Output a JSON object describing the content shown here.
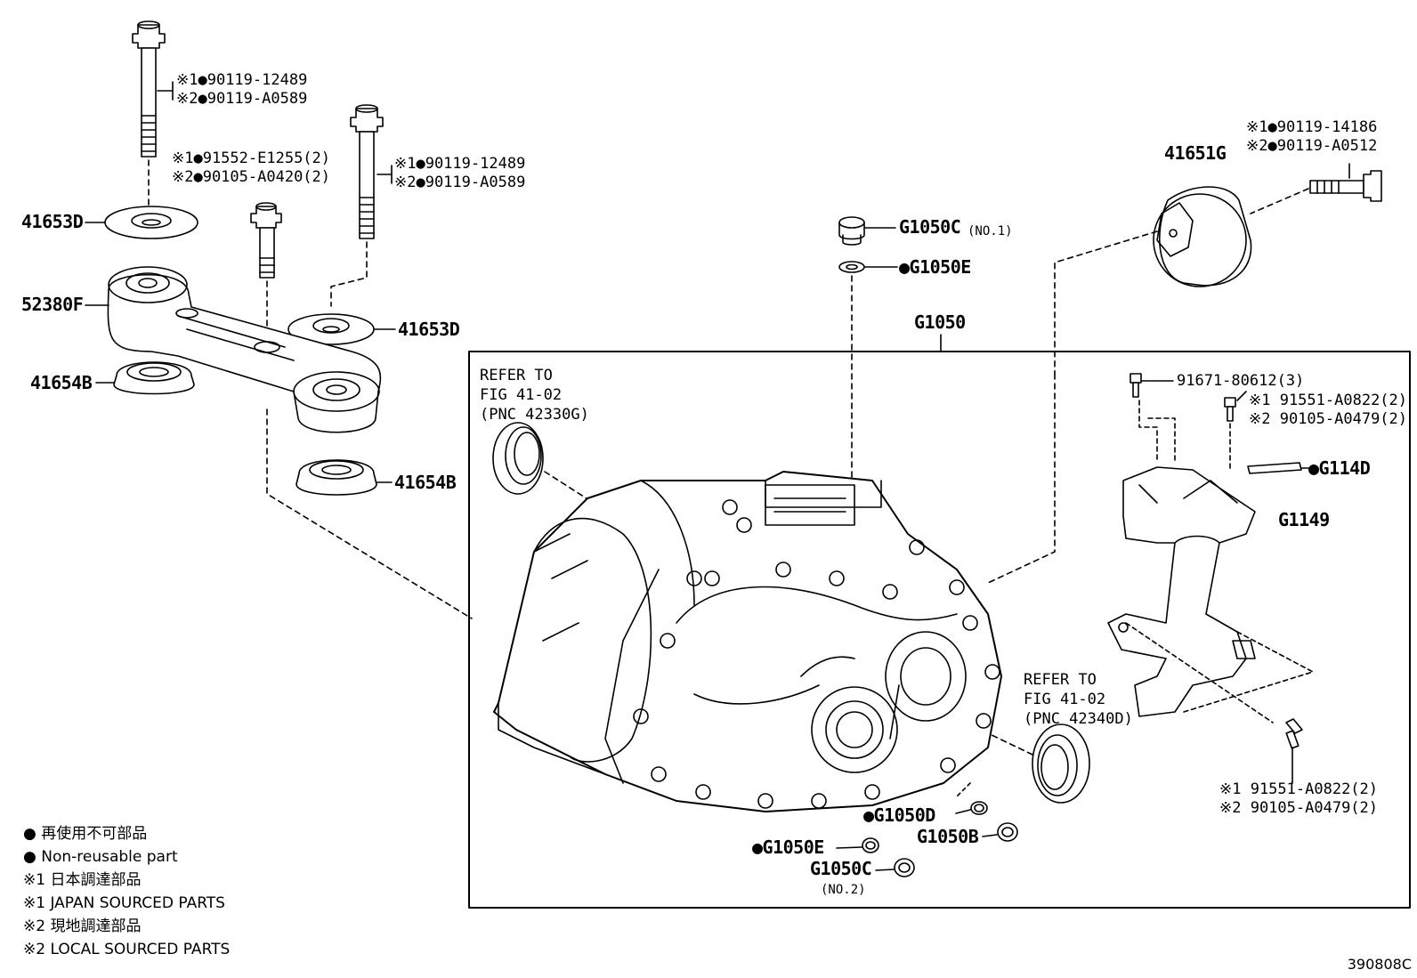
{
  "callouts": {
    "bolt_top_left": [
      "※1●90119-12489",
      "※2●90119-A0589"
    ],
    "bolt_mid_left": [
      "※1●91552-E1255(2)",
      "※2●90105-A0420(2)"
    ],
    "bolt_mid": [
      "※1●90119-12489",
      "※2●90119-A0589"
    ],
    "bolt_right": [
      "※1●90119-14186",
      "※2●90119-A0512"
    ],
    "bolt_bracket_small": "91671-80612(3)",
    "bolt_bracket_right": [
      "※1 91551-A0822(2)",
      "※2 90105-A0479(2)"
    ],
    "bolt_bottom_right": [
      "※1 91551-A0822(2)",
      "※2 90105-A0479(2)"
    ]
  },
  "parts": {
    "p41653D_top": "41653D",
    "p52380F": "52380F",
    "p41654B_left": "41654B",
    "p41653D_mid": "41653D",
    "p41654B_mid": "41654B",
    "p41651G": "41651G",
    "pG1050C_no1": "G1050C",
    "pG1050C_no1_note": "(NO.1)",
    "pG1050E_top": "●G1050E",
    "pG1050": "G1050",
    "pG114D": "●G114D",
    "pG1149": "G1149",
    "pG1050D": "●G1050D",
    "pG1050B": "G1050B",
    "pG1050E_bottom": "●G1050E",
    "pG1050C_no2": "G1050C",
    "pG1050C_no2_note": "(NO.2)"
  },
  "refs": {
    "ref_left": [
      "REFER TO",
      "FIG 41-02",
      "(PNC 42330G)"
    ],
    "ref_right": [
      "REFER TO",
      "FIG 41-02",
      "(PNC 42340D)"
    ]
  },
  "legend": [
    "● 再使用不可部品",
    "● Non-reusable part",
    "※1 日本調達部品",
    "※1 JAPAN SOURCED PARTS",
    "※2 現地調達部品",
    "※2 LOCAL SOURCED PARTS"
  ],
  "figure_code": "390808C"
}
